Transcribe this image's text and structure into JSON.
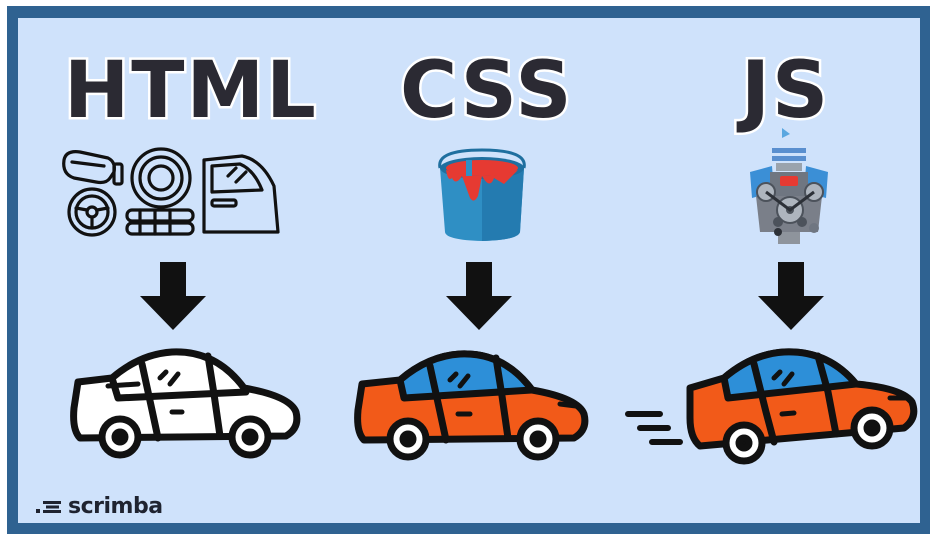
{
  "headings": {
    "html": "HTML",
    "css": "CSS",
    "js": "JS"
  },
  "brand": {
    "name": "scrimba"
  },
  "colors": {
    "frame": "#2f6291",
    "background": "#cfe2fb",
    "heading": "#2b2a33",
    "car_body": "#f25a19",
    "car_window": "#2d8fd8",
    "outline": "#111111",
    "paint_bucket": "#2f8fc4",
    "paint": "#e63a32",
    "engine": "#7a7f89"
  },
  "icons": [
    "car-parts-icon",
    "paint-bucket-icon",
    "engine-icon",
    "down-arrow-icon",
    "car-outline-icon",
    "car-painted-icon",
    "car-moving-icon"
  ]
}
